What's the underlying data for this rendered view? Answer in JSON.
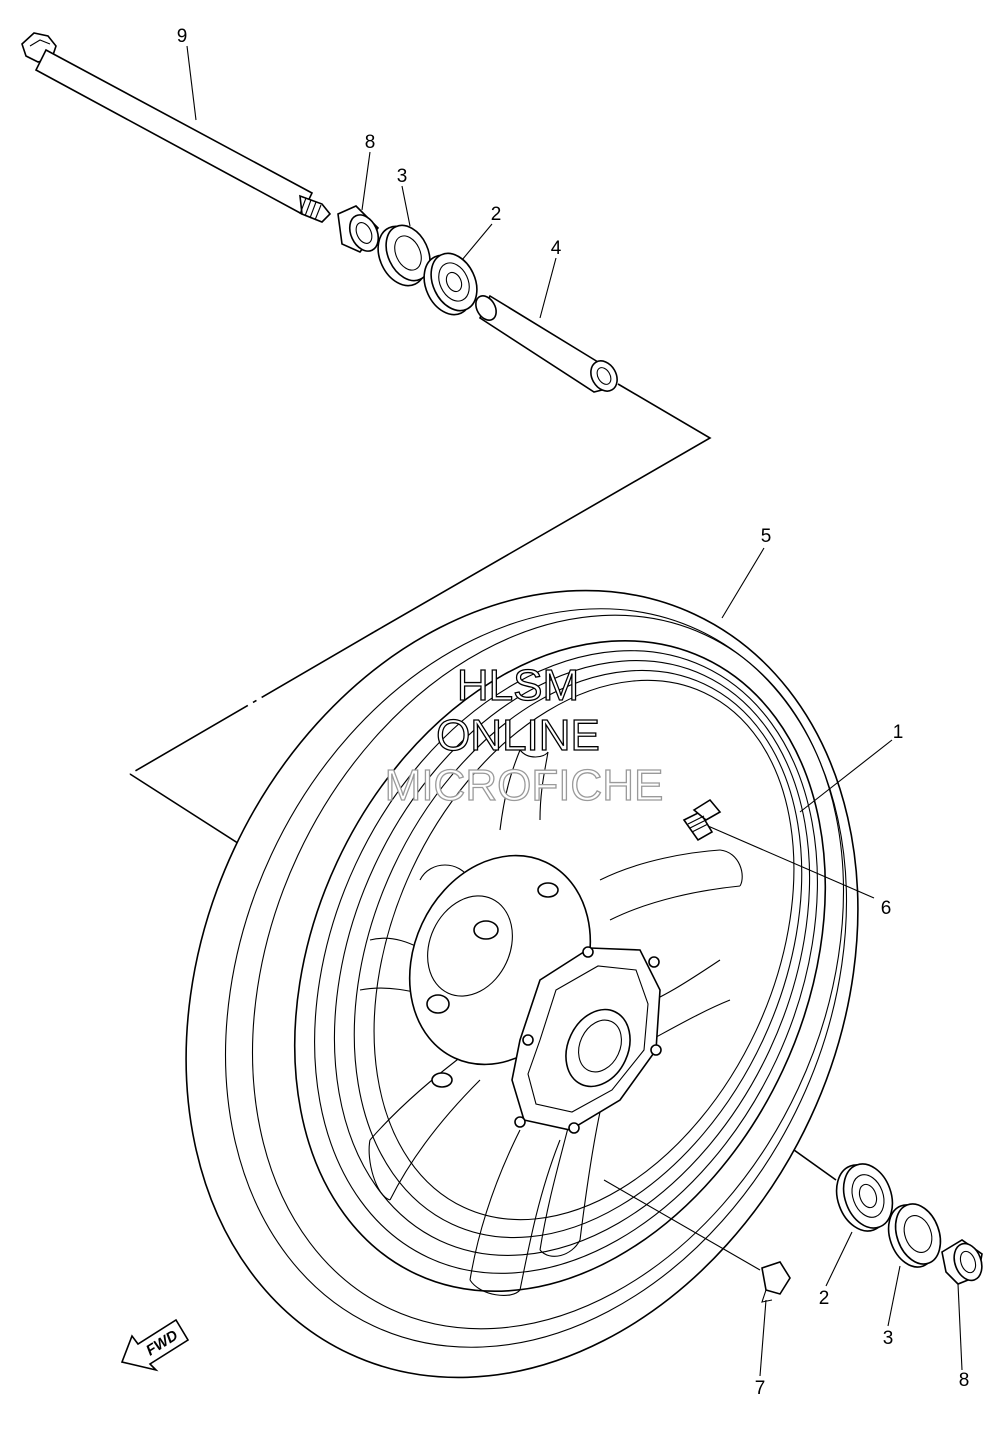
{
  "watermark": {
    "line1": "HLSM",
    "line2": "ONLINE",
    "line3": "MICROFICHE"
  },
  "direction_arrow": {
    "label": "FWD",
    "icon": "arrow-icon"
  },
  "callouts": {
    "c9": "9",
    "c8_top": "8",
    "c3_top": "3",
    "c2_top": "2",
    "c4": "4",
    "c5": "5",
    "c1": "1",
    "c6": "6",
    "c2_bottom": "2",
    "c3_bottom": "3",
    "c8_bottom": "8",
    "c7": "7"
  }
}
